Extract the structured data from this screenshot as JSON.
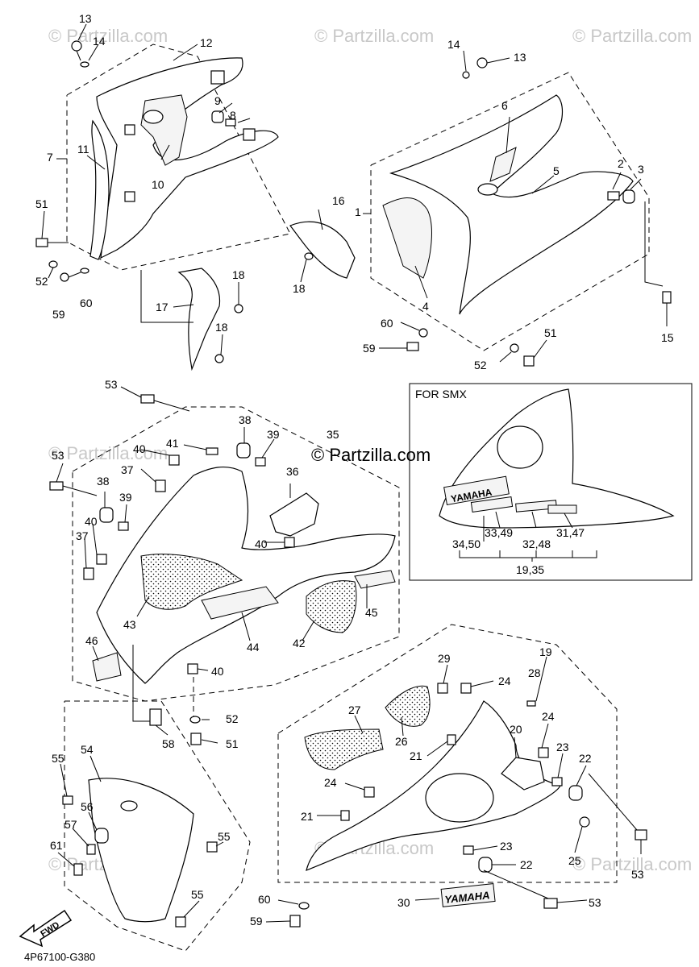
{
  "watermark": "© Partzilla.com",
  "brand_watermark": "© Partzilla.com",
  "inset_title": "FOR SMX",
  "diagram_id": "4P67100-G380",
  "fwd_label": "FWD",
  "decal_text": "YAMAHA",
  "callouts": [
    {
      "id": "c13a",
      "label": "13"
    },
    {
      "id": "c14a",
      "label": "14"
    },
    {
      "id": "c12",
      "label": "12"
    },
    {
      "id": "c9",
      "label": "9"
    },
    {
      "id": "c8",
      "label": "8"
    },
    {
      "id": "c7",
      "label": "7"
    },
    {
      "id": "c11",
      "label": "11"
    },
    {
      "id": "c10",
      "label": "10"
    },
    {
      "id": "c51a",
      "label": "51"
    },
    {
      "id": "c52a",
      "label": "52"
    },
    {
      "id": "c59a",
      "label": "59"
    },
    {
      "id": "c60a",
      "label": "60"
    },
    {
      "id": "c17",
      "label": "17"
    },
    {
      "id": "c18a",
      "label": "18"
    },
    {
      "id": "c18b",
      "label": "18"
    },
    {
      "id": "c14b",
      "label": "14"
    },
    {
      "id": "c13b",
      "label": "13"
    },
    {
      "id": "c6",
      "label": "6"
    },
    {
      "id": "c2",
      "label": "2"
    },
    {
      "id": "c3",
      "label": "3"
    },
    {
      "id": "c5",
      "label": "5"
    },
    {
      "id": "c16",
      "label": "16"
    },
    {
      "id": "c1",
      "label": "1"
    },
    {
      "id": "c18c",
      "label": "18"
    },
    {
      "id": "c4",
      "label": "4"
    },
    {
      "id": "c15",
      "label": "15"
    },
    {
      "id": "c60b",
      "label": "60"
    },
    {
      "id": "c51b",
      "label": "51"
    },
    {
      "id": "c59b",
      "label": "59"
    },
    {
      "id": "c52b",
      "label": "52"
    },
    {
      "id": "c53a",
      "label": "53"
    },
    {
      "id": "c38a",
      "label": "38"
    },
    {
      "id": "c39a",
      "label": "39"
    },
    {
      "id": "c35",
      "label": "35"
    },
    {
      "id": "c40a",
      "label": "40"
    },
    {
      "id": "c41",
      "label": "41"
    },
    {
      "id": "c37a",
      "label": "37"
    },
    {
      "id": "c36",
      "label": "36"
    },
    {
      "id": "c53b",
      "label": "53"
    },
    {
      "id": "c38b",
      "label": "38"
    },
    {
      "id": "c39b",
      "label": "39"
    },
    {
      "id": "c40b",
      "label": "40"
    },
    {
      "id": "c37b",
      "label": "37"
    },
    {
      "id": "c40c",
      "label": "40"
    },
    {
      "id": "c43",
      "label": "43"
    },
    {
      "id": "c45",
      "label": "45"
    },
    {
      "id": "c44",
      "label": "44"
    },
    {
      "id": "c42",
      "label": "42"
    },
    {
      "id": "c46",
      "label": "46"
    },
    {
      "id": "c40d",
      "label": "40"
    },
    {
      "id": "c52c",
      "label": "52"
    },
    {
      "id": "c58",
      "label": "58"
    },
    {
      "id": "c51c",
      "label": "51"
    },
    {
      "id": "c3449",
      "label": "33,49"
    },
    {
      "id": "c3250",
      "label": "34,50"
    },
    {
      "id": "c3248",
      "label": "32,48"
    },
    {
      "id": "c3147",
      "label": "31,47"
    },
    {
      "id": "c1935",
      "label": "19,35"
    },
    {
      "id": "c19",
      "label": "19"
    },
    {
      "id": "c29",
      "label": "29"
    },
    {
      "id": "c28",
      "label": "28"
    },
    {
      "id": "c24a",
      "label": "24"
    },
    {
      "id": "c27",
      "label": "27"
    },
    {
      "id": "c26",
      "label": "26"
    },
    {
      "id": "c24b",
      "label": "24"
    },
    {
      "id": "c20",
      "label": "20"
    },
    {
      "id": "c21a",
      "label": "21"
    },
    {
      "id": "c23a",
      "label": "23"
    },
    {
      "id": "c22a",
      "label": "22"
    },
    {
      "id": "c24c",
      "label": "24"
    },
    {
      "id": "c21b",
      "label": "21"
    },
    {
      "id": "c23b",
      "label": "23"
    },
    {
      "id": "c22b",
      "label": "22"
    },
    {
      "id": "c25",
      "label": "25"
    },
    {
      "id": "c53c",
      "label": "53"
    },
    {
      "id": "c53d",
      "label": "53"
    },
    {
      "id": "c30",
      "label": "30"
    },
    {
      "id": "c60c",
      "label": "60"
    },
    {
      "id": "c59c",
      "label": "59"
    },
    {
      "id": "c55a",
      "label": "55"
    },
    {
      "id": "c54",
      "label": "54"
    },
    {
      "id": "c56",
      "label": "56"
    },
    {
      "id": "c57",
      "label": "57"
    },
    {
      "id": "c61",
      "label": "61"
    },
    {
      "id": "c55b",
      "label": "55"
    },
    {
      "id": "c55c",
      "label": "55"
    }
  ]
}
